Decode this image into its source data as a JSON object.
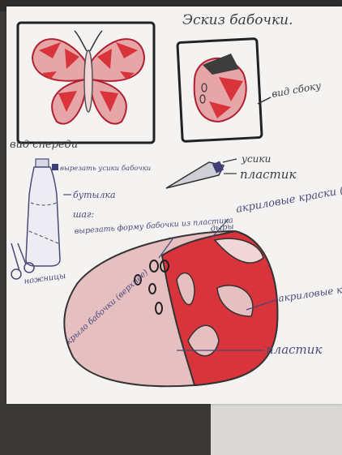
{
  "sheet": {
    "title": "Эскиз бабочки.",
    "front_view_label": "вид спереди",
    "side_view_label": "вид сбоку",
    "antenna_label": "усики",
    "antenna_material": "пластик",
    "bottle_note": "вырезать усики бабочки",
    "bottle_label": "бутылка",
    "step_label": "шаг:",
    "step_text": "вырезать форму бабочки из пластика",
    "scissors_label": "ножницы",
    "acrylic_black_label": "акриловые краски (красная)",
    "acrylic_pink_label": "акриловые краски (розовая)",
    "plastic_label": "пластик",
    "wing_label": "крыло бабочки (верхнее)",
    "holes_label": "дыры"
  },
  "colors": {
    "paper": "#f4f3f1",
    "red": "#d9333b",
    "pink": "#e6a6a8",
    "ink": "#4a4a7a",
    "pencil": "#3d3d3d"
  }
}
